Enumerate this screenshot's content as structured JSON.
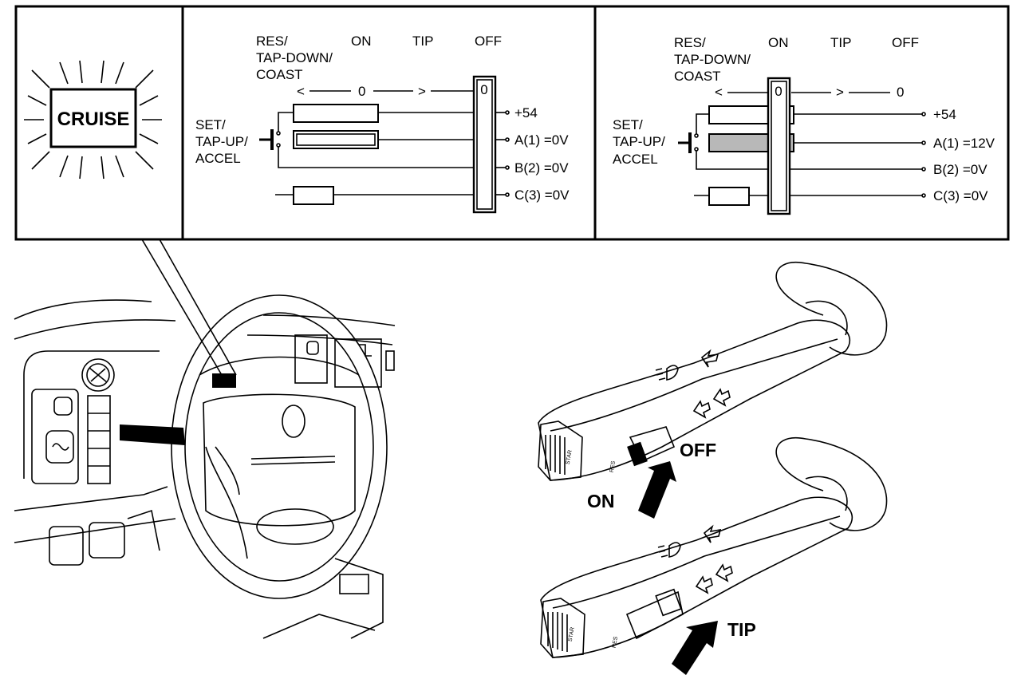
{
  "cruise_lamp": {
    "label": "CRUISE"
  },
  "diagram_left": {
    "positions": [
      "RES/",
      "TAP-DOWN/",
      "COAST",
      "ON",
      "TIP",
      "OFF"
    ],
    "scale": {
      "left": "<",
      "mid": "0",
      "right": ">"
    },
    "switch_label": "0",
    "set_label": [
      "SET/",
      "TAP-UP/",
      "ACCEL"
    ],
    "terminals": [
      "+54",
      "A(1) =0V",
      "B(2) =0V",
      "C(3) =0V"
    ]
  },
  "diagram_right": {
    "positions": [
      "RES/",
      "TAP-DOWN/",
      "COAST",
      "ON",
      "TIP",
      "OFF"
    ],
    "scale": {
      "left": "<",
      "right": ">",
      "end": "0"
    },
    "switch_label": "0",
    "set_label": [
      "SET/",
      "TAP-UP/",
      "ACCEL"
    ],
    "terminals": [
      "+54",
      "A(1) =12V",
      "B(2) =0V",
      "C(3) =0V"
    ]
  },
  "stalk_labels": {
    "off": "OFF",
    "on": "ON",
    "tip": "TIP"
  },
  "stalk_tiny_marks": {
    "left": "STAR",
    "right": "RES"
  }
}
